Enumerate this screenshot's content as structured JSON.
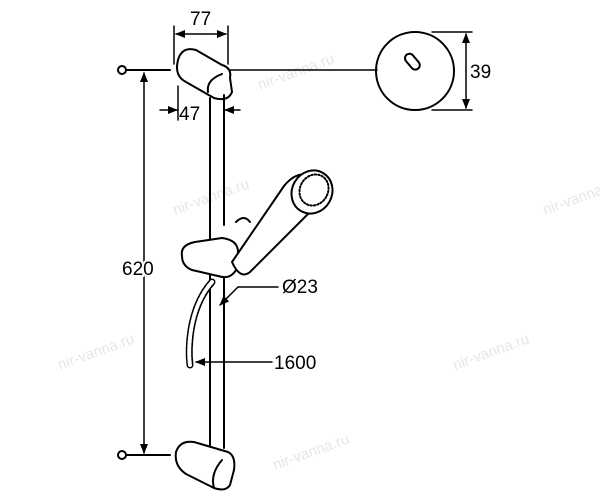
{
  "drawing": {
    "dimensions": {
      "bracket_depth": "77",
      "bracket_offset": "47",
      "cap_diameter": "39",
      "rail_length": "620",
      "rail_diameter": "Ø23",
      "hose_length": "1600"
    },
    "watermark": "nir-vanna.ru",
    "colors": {
      "line": "#000000",
      "watermark": "#e6e6e6"
    }
  }
}
